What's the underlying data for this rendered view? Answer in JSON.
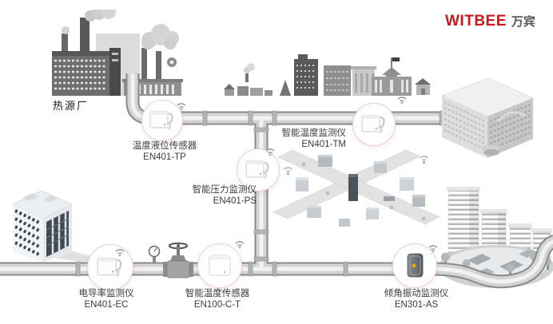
{
  "brand": {
    "name": "WITBEE",
    "cn": "万宾",
    "color": "#C8191E"
  },
  "scene": {
    "heat_source_label": "热源厂"
  },
  "sensors": [
    {
      "name": "温度液位传感器",
      "model": "EN401-TP"
    },
    {
      "name": "智能温度监测仪",
      "model": "EN401-TM"
    },
    {
      "name": "智能压力监测仪",
      "model": "EN401-PS"
    },
    {
      "name": "电导率监测仪",
      "model": "EN401-EC"
    },
    {
      "name": "智能温度传感器",
      "model": "EN100-C-T"
    },
    {
      "name": "倾角振动监测仪",
      "model": "EN301-AS"
    }
  ],
  "colors": {
    "label_text": "#3c3c3c",
    "circle_border": "#f1cdcd",
    "pipe": "#8a8a8a"
  }
}
